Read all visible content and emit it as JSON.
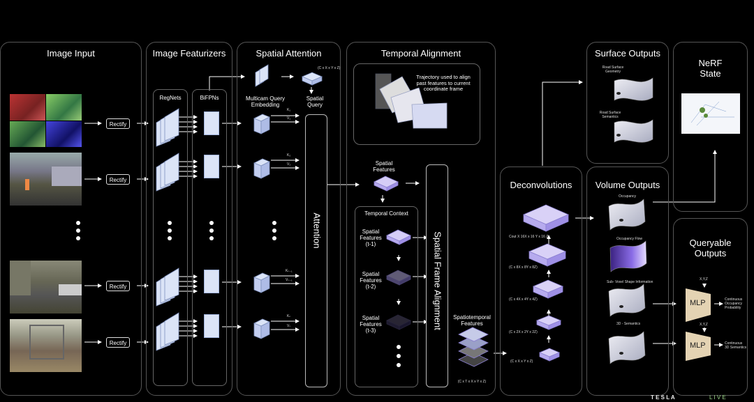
{
  "sections": {
    "image_input": "Image Input",
    "image_featurizers": "Image Featurizers",
    "spatial_attention": "Spatial Attention",
    "temporal_alignment": "Temporal Alignment",
    "surface_outputs": "Surface Outputs",
    "nerf_state": "NeRF\nState",
    "deconvolutions": "Deconvolutions",
    "volume_outputs": "Volume Outputs",
    "queryable_outputs": "Queryable\nOutputs"
  },
  "featurizers": {
    "regnets": "RegNets",
    "bifpns": "BiFPNs"
  },
  "rectify_label": "Rectify",
  "attention": {
    "multicam": "Multicam Query\nEmbedding",
    "spatial_query": "Spatial\nQuery",
    "query_dims": "(C x X x Y x Z)",
    "bar_label": "Attention",
    "kv": [
      {
        "k": "K₁",
        "v": "V₁"
      },
      {
        "k": "K₂",
        "v": "V₂"
      },
      {
        "k": "Kₙ₋₁",
        "v": "Vₙ₋₁"
      },
      {
        "k": "Kₙ",
        "v": "Vₙ"
      }
    ]
  },
  "temporal": {
    "trajectory": "Trajectory used to align\npast features to current\ncoordinate frame",
    "spatial_features": "Spatial\nFeatures",
    "temporal_context": "Temporal Context",
    "ctx": [
      "Spatial\nFeatures\n(t-1)",
      "Spatial\nFeatures\n(t-2)",
      "Spatial\nFeatures\n(t-3)"
    ],
    "frame_alignment": "Spatial Frame Alignment",
    "spatiotemporal": "Spatiotemporal\nFeatures",
    "st_dims": "(C x T x X x Y x Z)"
  },
  "deconv": {
    "dims": [
      "Cout X 16X x 16 Y x 16 Z",
      "(C x 8X x 8Y x 8Z)",
      "(C x 4X x 4Y x 4Z)",
      "(C x 2X x 2Y x 2Z)",
      "(C x X x Y x Z)"
    ]
  },
  "surface": {
    "geometry": "Road Surface\nGeometry",
    "semantics": "Road Surface\nSemantics"
  },
  "volume": {
    "occupancy": "Occupancy",
    "flow": "Occupancy Flow",
    "shape": "Sub- Voxel Shape Information",
    "semantics": "3D - Semantics"
  },
  "queryable": {
    "mlp": "MLP",
    "xyz": "X,Y,Z",
    "out1": "Continuous\nOccupancy\nProbability",
    "out2": "Continuous\n3D Semantics"
  },
  "logo": {
    "tesla": "T E S L A",
    "live": "L I V E"
  },
  "colors": {
    "cube": "#c9d3f3",
    "purple": "#7c5ce0",
    "mlp": "#e4d3b3",
    "panel_border": "#555555"
  }
}
